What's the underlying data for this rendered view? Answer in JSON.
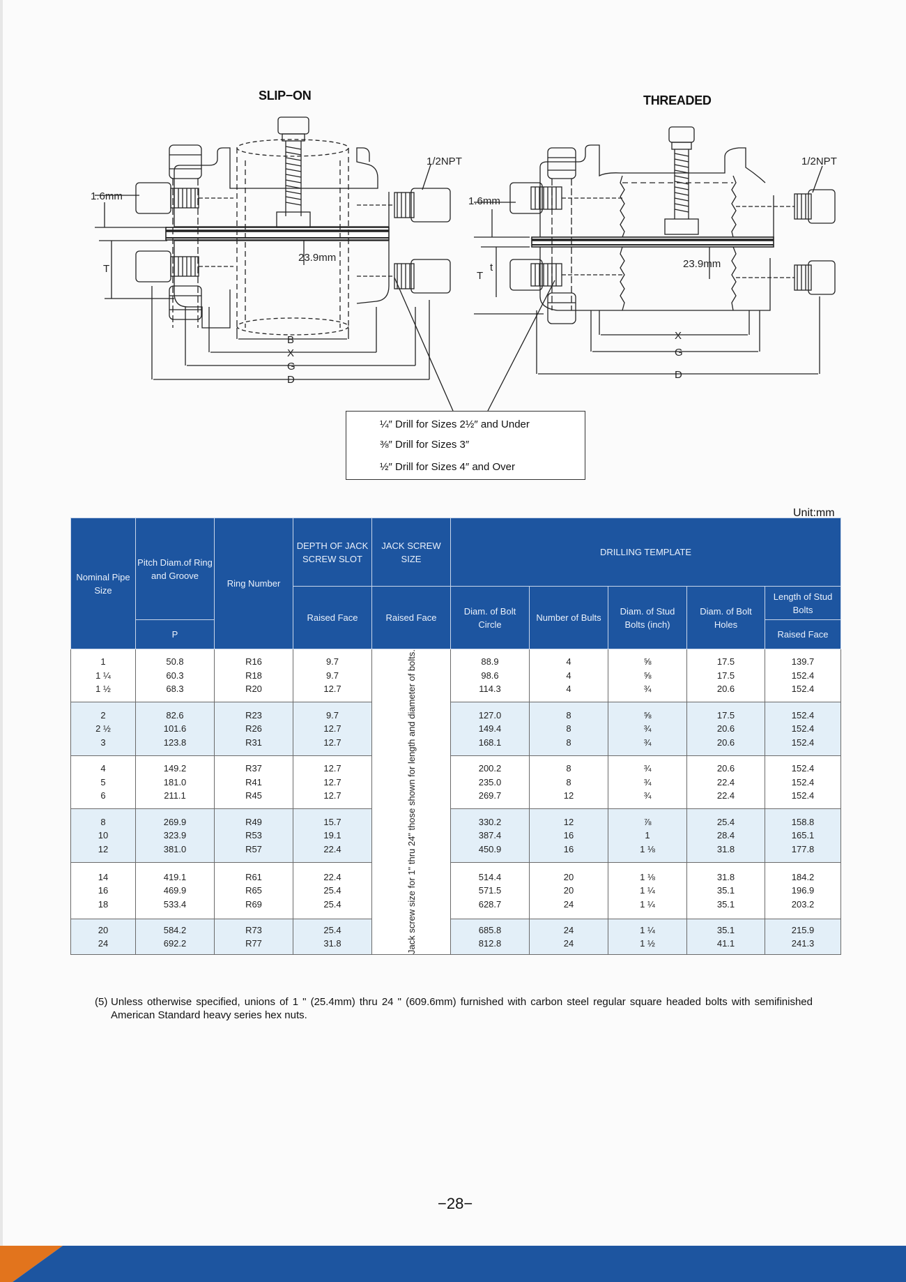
{
  "figures": {
    "slip_on_title": "SLIP−ON",
    "threaded_title": "THREADED",
    "label_npt": "1/2NPT",
    "label_1_6mm": "1.6mm",
    "label_23_9mm": "23.9mm",
    "label_T": "T",
    "label_t": "t",
    "label_B": "B",
    "label_X": "X",
    "label_G": "G",
    "label_D": "D"
  },
  "drill_notes": [
    "¼″ Drill for Sizes 2½″ and Under",
    "⅜″ Drill for Sizes 3″",
    "½″ Drill for Sizes 4″ and Over"
  ],
  "table": {
    "unit": "Unit:mm",
    "headers": {
      "nominal": "Nominal Pipe Size",
      "pitch": "Pitch Diam.of Ring and Groove",
      "p": "P",
      "ring": "Ring Number",
      "depth": "DEPTH OF JACK SCREW SLOT",
      "jack": "JACK SCREW SIZE",
      "raised_face": "Raised Face",
      "drilling": "DRILLING TEMPLATE",
      "bolt_circle": "Diam. of Bolt Circle",
      "num_bolts": "Number of Bults",
      "stud_diam": "Diam. of Stud Bolts (inch)",
      "bolt_holes": "Diam. of Bolt Holes",
      "stud_length": "Length of Stud Bolts"
    },
    "jack_screw_note": "Jack screw size for 1\" thru 24\" those shown for length and diameter of bolts.",
    "groups": [
      {
        "rows": [
          [
            "1",
            "50.8",
            "R16",
            "9.7",
            "88.9",
            "4",
            "⅝",
            "17.5",
            "139.7"
          ],
          [
            "1 ¼",
            "60.3",
            "R18",
            "9.7",
            "98.6",
            "4",
            "⅝",
            "17.5",
            "152.4"
          ],
          [
            "1 ½",
            "68.3",
            "R20",
            "12.7",
            "114.3",
            "4",
            "¾",
            "20.6",
            "152.4"
          ]
        ]
      },
      {
        "rows": [
          [
            "2",
            "82.6",
            "R23",
            "9.7",
            "127.0",
            "8",
            "⅝",
            "17.5",
            "152.4"
          ],
          [
            "2 ½",
            "101.6",
            "R26",
            "12.7",
            "149.4",
            "8",
            "¾",
            "20.6",
            "152.4"
          ],
          [
            "3",
            "123.8",
            "R31",
            "12.7",
            "168.1",
            "8",
            "¾",
            "20.6",
            "152.4"
          ]
        ]
      },
      {
        "rows": [
          [
            "4",
            "149.2",
            "R37",
            "12.7",
            "200.2",
            "8",
            "¾",
            "20.6",
            "152.4"
          ],
          [
            "5",
            "181.0",
            "R41",
            "12.7",
            "235.0",
            "8",
            "¾",
            "22.4",
            "152.4"
          ],
          [
            "6",
            "211.1",
            "R45",
            "12.7",
            "269.7",
            "12",
            "¾",
            "22.4",
            "152.4"
          ]
        ]
      },
      {
        "rows": [
          [
            "8",
            "269.9",
            "R49",
            "15.7",
            "330.2",
            "12",
            "⅞",
            "25.4",
            "158.8"
          ],
          [
            "10",
            "323.9",
            "R53",
            "19.1",
            "387.4",
            "16",
            "1",
            "28.4",
            "165.1"
          ],
          [
            "12",
            "381.0",
            "R57",
            "22.4",
            "450.9",
            "16",
            "1 ⅛",
            "31.8",
            "177.8"
          ]
        ]
      },
      {
        "rows": [
          [
            "14",
            "419.1",
            "R61",
            "22.4",
            "514.4",
            "20",
            "1 ⅛",
            "31.8",
            "184.2"
          ],
          [
            "16",
            "469.9",
            "R65",
            "25.4",
            "571.5",
            "20",
            "1 ¼",
            "35.1",
            "196.9"
          ],
          [
            "18",
            "533.4",
            "R69",
            "25.4",
            "628.7",
            "24",
            "1 ¼",
            "35.1",
            "203.2"
          ]
        ]
      },
      {
        "rows": [
          [
            "20",
            "584.2",
            "R73",
            "25.4",
            "685.8",
            "24",
            "1 ¼",
            "35.1",
            "215.9"
          ],
          [
            "24",
            "692.2",
            "R77",
            "31.8",
            "812.8",
            "24",
            "1 ½",
            "41.1",
            "241.3"
          ]
        ]
      }
    ]
  },
  "note": {
    "number": "(5)",
    "text": "Unless otherwise specified, unions of 1 \" (25.4mm) thru 24 \" (609.6mm) furnished with carbon steel regular square headed bolts with semifinished American Standard heavy series hex nuts."
  },
  "page_number": "−28−"
}
